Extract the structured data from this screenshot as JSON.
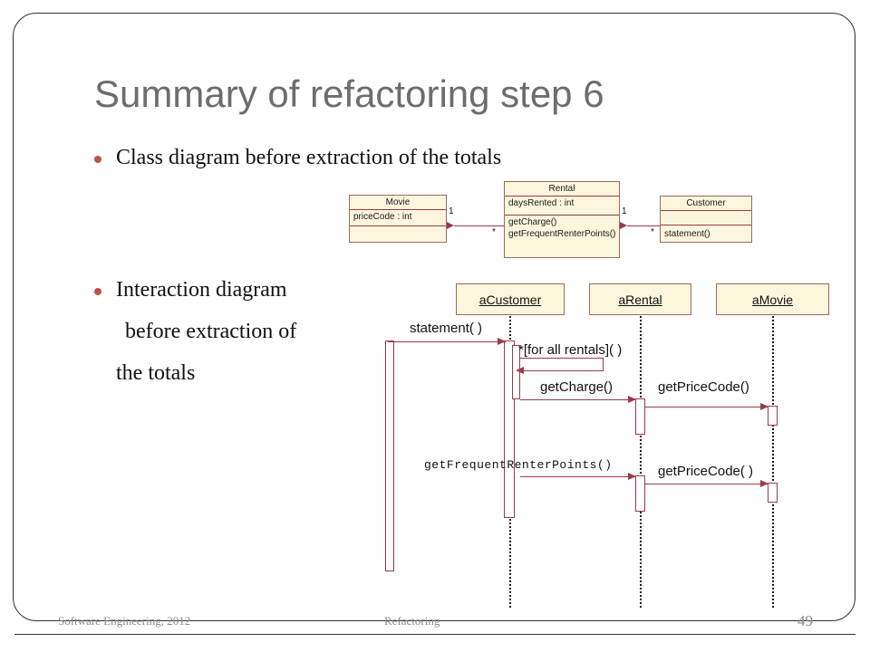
{
  "slide": {
    "title": "Summary of refactoring step 6",
    "bullets": [
      {
        "text": "Class diagram before  extraction of the totals"
      },
      {
        "lines": [
          "Interaction diagram",
          "before extraction of",
          "the totals"
        ]
      }
    ],
    "accent_bullet_color": "#c0504d",
    "title_color": "#6d6d6d"
  },
  "class_diagram": {
    "fill_color": "#fbf6dc",
    "line_color": "#9b3a4a",
    "classes": [
      {
        "name": "Movie",
        "attributes": [
          "priceCode : int"
        ],
        "operations": []
      },
      {
        "name": "Rental",
        "attributes": [
          "daysRented : int"
        ],
        "operations": [
          "getCharge()",
          "getFrequentRenterPoints()"
        ]
      },
      {
        "name": "Customer",
        "attributes": [],
        "operations": [
          "statement()"
        ]
      }
    ],
    "associations": [
      {
        "from": "Rental",
        "to": "Movie",
        "source_mult": "*",
        "target_mult": "1"
      },
      {
        "from": "Customer",
        "to": "Rental",
        "source_mult": "*",
        "target_mult": "1"
      }
    ]
  },
  "sequence_diagram": {
    "fill_color": "#fbf6dc",
    "line_color": "#9b3a4a",
    "lifelines": [
      {
        "label": "aCustomer"
      },
      {
        "label": "aRental"
      },
      {
        "label": "aMovie"
      }
    ],
    "messages": [
      {
        "label": "statement( )",
        "from": "actor",
        "to": "aCustomer"
      },
      {
        "label": "*[for all rentals]( )",
        "from": "aCustomer",
        "to": "aCustomer"
      },
      {
        "label": "getCharge()",
        "from": "aCustomer",
        "to": "aRental"
      },
      {
        "label": "getPriceCode()",
        "from": "aRental",
        "to": "aMovie"
      },
      {
        "label": "getFrequentRenterPoints()",
        "from": "aCustomer",
        "to": "aRental"
      },
      {
        "label": "getPriceCode( )",
        "from": "aRental",
        "to": "aMovie"
      }
    ]
  },
  "footer": {
    "left": "Software Engineering, 2012",
    "center": "Refactoring",
    "page": "49"
  }
}
